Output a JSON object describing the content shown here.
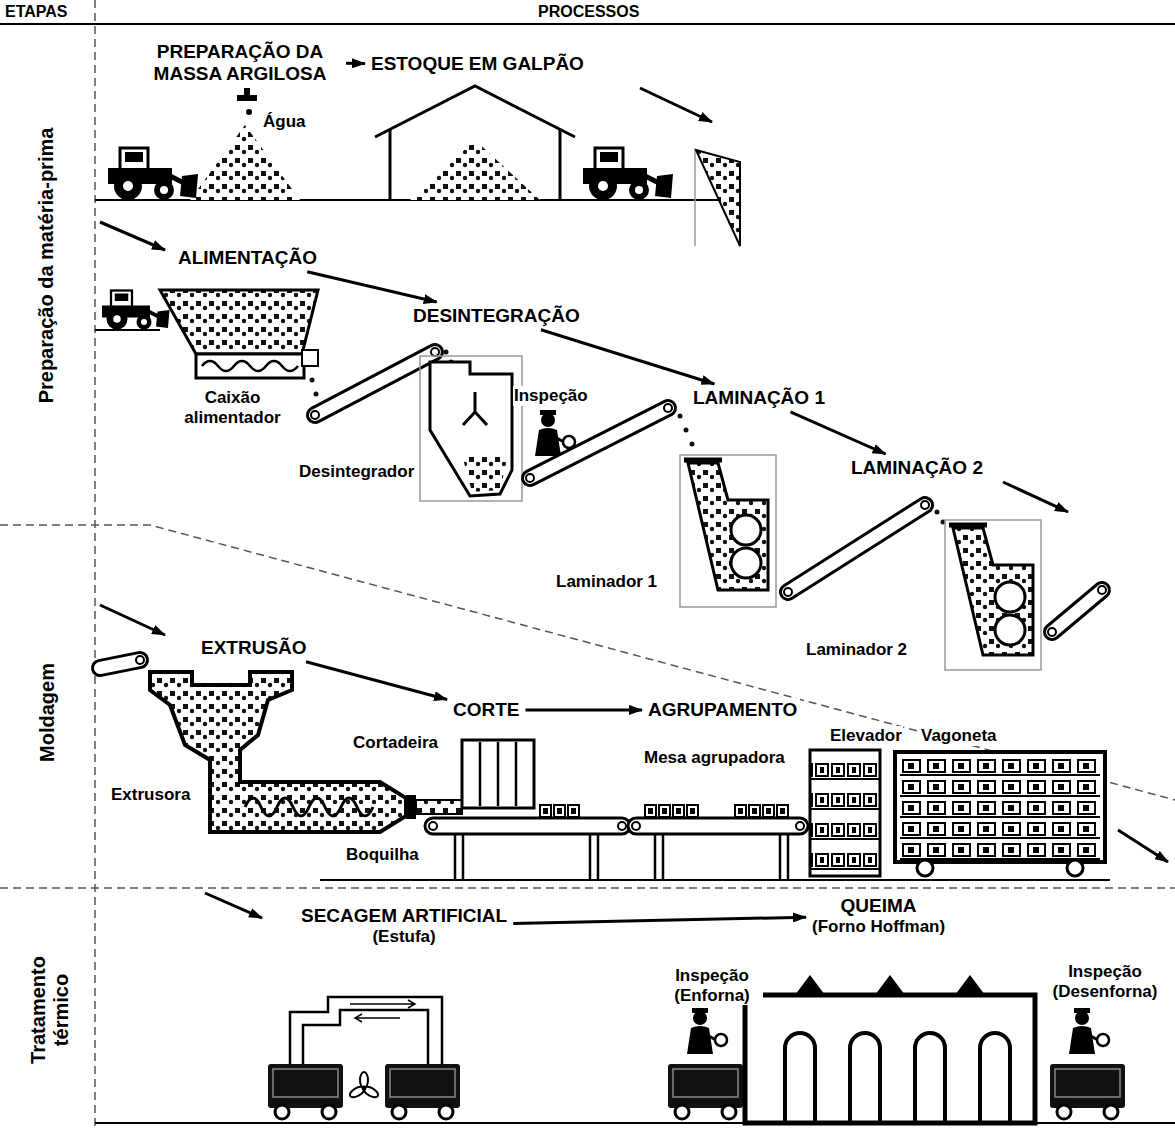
{
  "diagram": {
    "nodes": [
      {
        "text": [
          "PREPARAÇÃO DA MASSA ARGILOSA"
        ]
      },
      {
        "text": [
          "ESTOQUE EM GALPÃO"
        ]
      },
      {
        "text": [
          "ALIMENTAÇÃO"
        ]
      },
      {
        "text": [
          "DESINTEGRAÇÃO"
        ]
      },
      {
        "text": [
          "LAMINAÇÃO 1"
        ]
      },
      {
        "text": [
          "LAMINAÇÃO 2"
        ]
      },
      {
        "text": [
          "EXTRUSÃO"
        ]
      },
      {
        "text": [
          "CORTE"
        ]
      },
      {
        "text": [
          "AGRUPAMENTO"
        ]
      },
      {
        "text": [
          "SECAGEM ARTIFICIAL",
          "(Estufa)"
        ]
      },
      {
        "text": [
          "QUEIMA",
          "(Forno Hoffman)"
        ]
      }
    ],
    "edges": [
      {
        "from": 0,
        "to": 1,
        "arrow": "to"
      },
      {
        "from": 2,
        "to": 3,
        "arrow": "to"
      },
      {
        "from": 3,
        "to": 4,
        "arrow": "to"
      },
      {
        "from": 4,
        "to": 5,
        "arrow": "to"
      },
      {
        "from": 6,
        "to": 7,
        "arrow": "to"
      },
      {
        "from": 7,
        "to": 8,
        "arrow": "to"
      },
      {
        "from": 9,
        "to": 10,
        "arrow": "to"
      }
    ],
    "labels": [
      "ETAPAS",
      "PROCESSOS",
      "Preparação da matéria-prima",
      "Moldagem",
      "Tratamento térmico",
      "Água",
      "Caixão alimentador",
      "Desintegrador",
      "Inspeção",
      "Laminador 1",
      "Laminador 2",
      "Extrusora",
      "Cortadeira",
      "Boquilha",
      "Mesa agrupadora",
      "Elevador",
      "Vagoneta",
      "Inspeção (Enforna)",
      "Inspeção (Desenforna)"
    ]
  }
}
